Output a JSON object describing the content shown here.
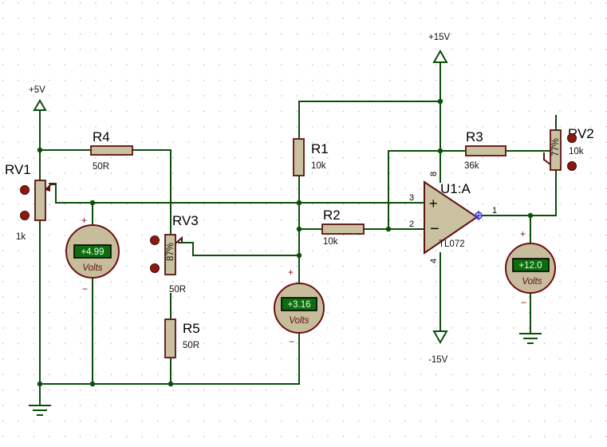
{
  "rails": {
    "pos5": "+5V",
    "pos15": "+15V",
    "neg15": "-15V"
  },
  "components": {
    "rv1": {
      "ref": "RV1",
      "value": "1k"
    },
    "r4": {
      "ref": "R4",
      "value": "50R"
    },
    "rv3": {
      "ref": "RV3",
      "value": "50R",
      "setting": "87%"
    },
    "r5": {
      "ref": "R5",
      "value": "50R"
    },
    "r1": {
      "ref": "R1",
      "value": "10k"
    },
    "r2": {
      "ref": "R2",
      "value": "10k"
    },
    "r3": {
      "ref": "R3",
      "value": "36k"
    },
    "rv2": {
      "ref": "RV2",
      "value": "10k",
      "setting": "77%"
    },
    "u1": {
      "ref": "U1:A",
      "part": "TL072",
      "pins": {
        "p1": "1",
        "p2": "2",
        "p3": "3",
        "p4": "4",
        "p8": "8"
      }
    }
  },
  "meters": {
    "input": {
      "reading": "+4.99",
      "unit": "Volts",
      "plus": "+",
      "minus": "−"
    },
    "reference": {
      "reading": "+3.16",
      "unit": "Volts",
      "plus": "+",
      "minus": "−"
    },
    "output": {
      "reading": "+12.0",
      "unit": "Volts",
      "plus": "+",
      "minus": "−"
    }
  },
  "colors": {
    "wire": "#0b4f0b",
    "component_body": "#c9c19f",
    "component_outline": "#5c1010",
    "lcd_background": "#0e6e0e",
    "control_knob": "#8a1a10",
    "probe": "#3a3ad0"
  }
}
